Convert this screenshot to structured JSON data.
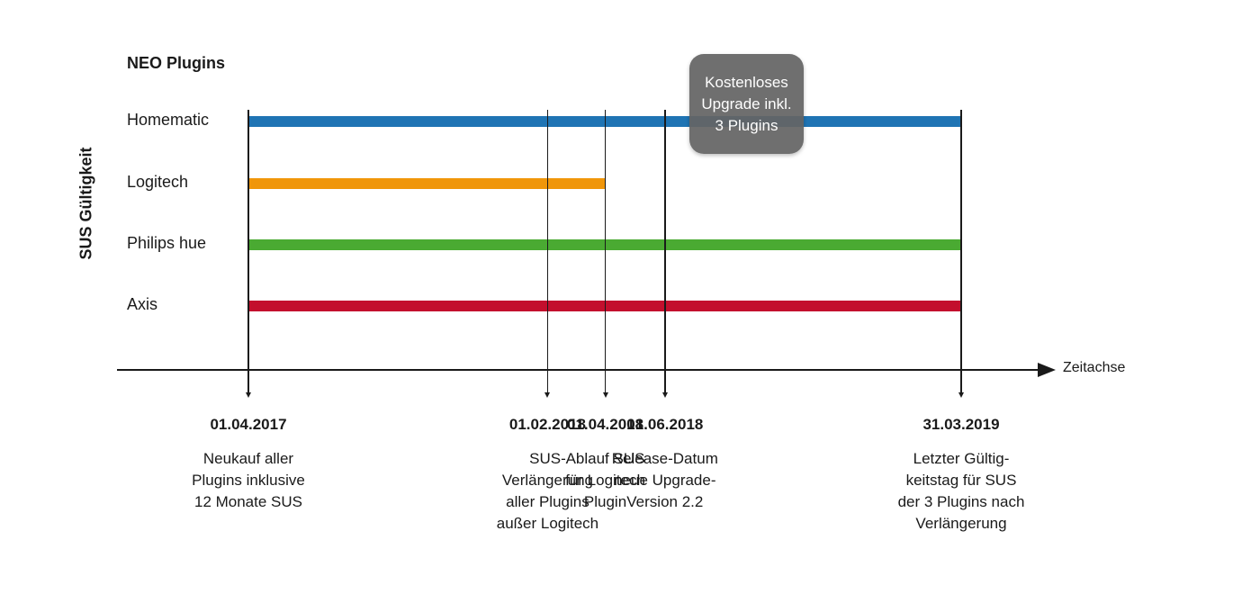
{
  "title": "NEO Plugins",
  "y_label": "SUS Gültigkeit",
  "axis_label": "Zeitachse",
  "callout": "Kostenloses\nUpgrade inkl.\n3 Plugins",
  "rows": [
    {
      "label": "Homematic",
      "color": "#1f74b4",
      "start": "01.04.2017",
      "end": "31.03.2019"
    },
    {
      "label": "Logitech",
      "color": "#f0960a",
      "start": "01.04.2017",
      "end": "01.04.2018"
    },
    {
      "label": "Philips hue",
      "color": "#4aaa32",
      "start": "01.04.2017",
      "end": "31.03.2019"
    },
    {
      "label": "Axis",
      "color": "#c30f2d",
      "start": "01.04.2017",
      "end": "31.03.2019"
    }
  ],
  "milestones": [
    {
      "date": "01.04.2017",
      "text": "Neukauf aller\nPlugins inklusive\n12 Monate SUS"
    },
    {
      "date": "01.02.2018",
      "text": "SUS-\nVerlängerung\naller Plugins\naußer Logitech"
    },
    {
      "date": "01.04.2018",
      "text": "Ablauf SUS\nfür Logitech\nPlugin"
    },
    {
      "date": "01.06.2018",
      "text": "Release-Datum\nneue Upgrade-\nVersion 2.2"
    },
    {
      "date": "31.03.2019",
      "text": "Letzter Gültig-\nkeitstag für SUS\nder 3 Plugins nach\nVerlängerung"
    }
  ]
}
